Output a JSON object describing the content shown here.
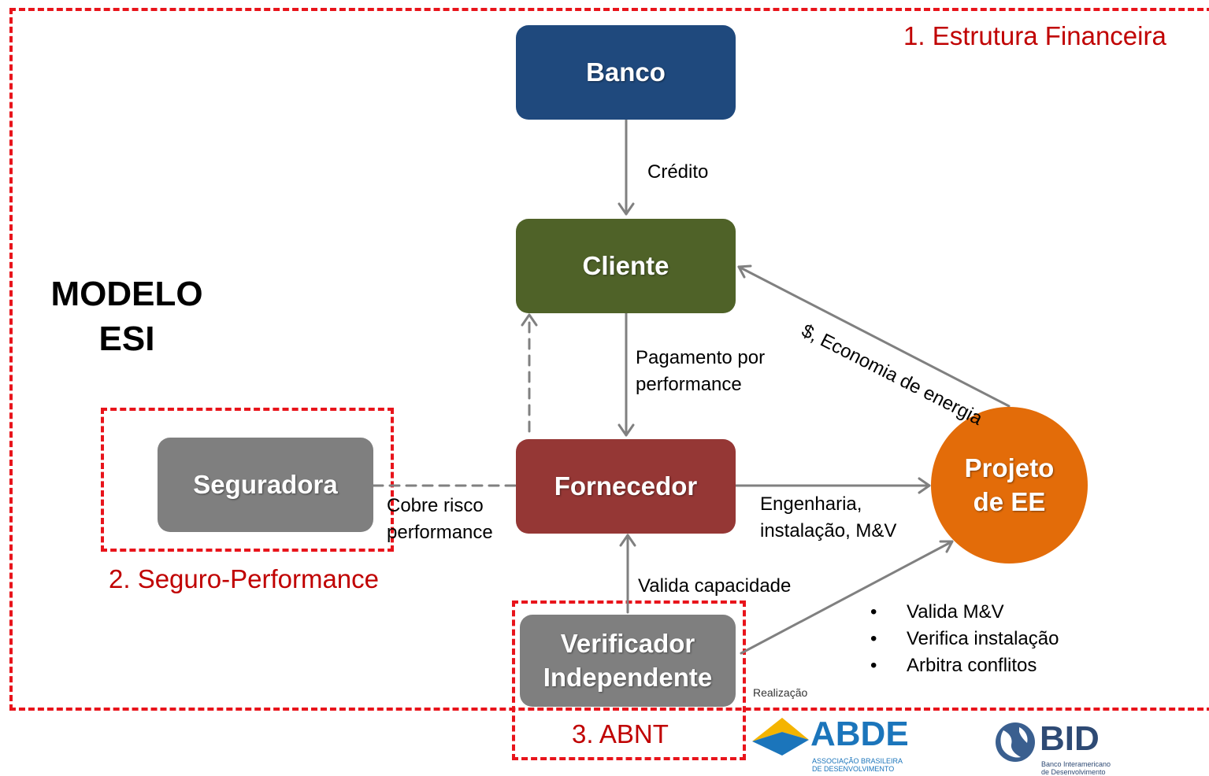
{
  "frames": {
    "financial": "1. Estrutura Financeira",
    "insurance": "2. Seguro-Performance",
    "abnt": "3. ABNT"
  },
  "model_title": {
    "line1": "MODELO",
    "line2": "ESI"
  },
  "nodes": {
    "banco": "Banco",
    "cliente": "Cliente",
    "fornecedor": "Fornecedor",
    "seguradora": "Seguradora",
    "verificador": {
      "line1": "Verificador",
      "line2": "Independente"
    },
    "projeto": {
      "line1": "Projeto",
      "line2": "de EE"
    }
  },
  "edge_labels": {
    "credito": "Crédito",
    "pagamento": {
      "line1": "Pagamento por",
      "line2": "performance"
    },
    "economia": "$, Economia de energia",
    "cobre": {
      "line1": "Cobre risco",
      "line2": "performance"
    },
    "engenharia": {
      "line1": "Engenharia,",
      "line2": "instalação, M&V"
    },
    "valida_capacidade": "Valida capacidade"
  },
  "verifier_tasks": [
    "Valida M&V",
    "Verifica instalação",
    "Arbitra conflitos"
  ],
  "footer": {
    "realizacao": "Realização",
    "abde_logo": {
      "name": "ABDE",
      "sub1": "ASSOCIAÇÃO BRASILEIRA",
      "sub2": "DE DESENVOLVIMENTO"
    },
    "bid_logo": {
      "name": "BID",
      "sub1": "Banco Interamericano",
      "sub2": "de Desenvolvimento"
    }
  },
  "colors": {
    "frame_red": "#e8141b",
    "title_red": "#c00000",
    "banco": "#1f497d",
    "cliente": "#4f6228",
    "fornecedor": "#953735",
    "seguradora": "#7f7f7f",
    "verificador": "#7f7f7f",
    "projeto": "#e36c09",
    "arrow": "#808080"
  }
}
